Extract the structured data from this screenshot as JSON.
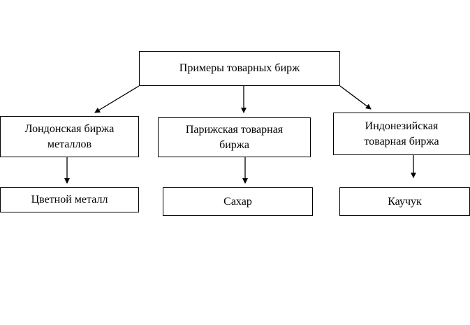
{
  "diagram": {
    "root": "Примеры товарных бирж",
    "exchanges": [
      {
        "name_line1": "Лондонская биржа",
        "name_line2": "металлов",
        "commodity": "Цветной металл"
      },
      {
        "name_line1": "Парижская товарная",
        "name_line2": "биржа",
        "commodity": "Сахар"
      },
      {
        "name_line1": "Индонезийская",
        "name_line2": "товарная биржа",
        "commodity": "Каучук"
      }
    ]
  }
}
